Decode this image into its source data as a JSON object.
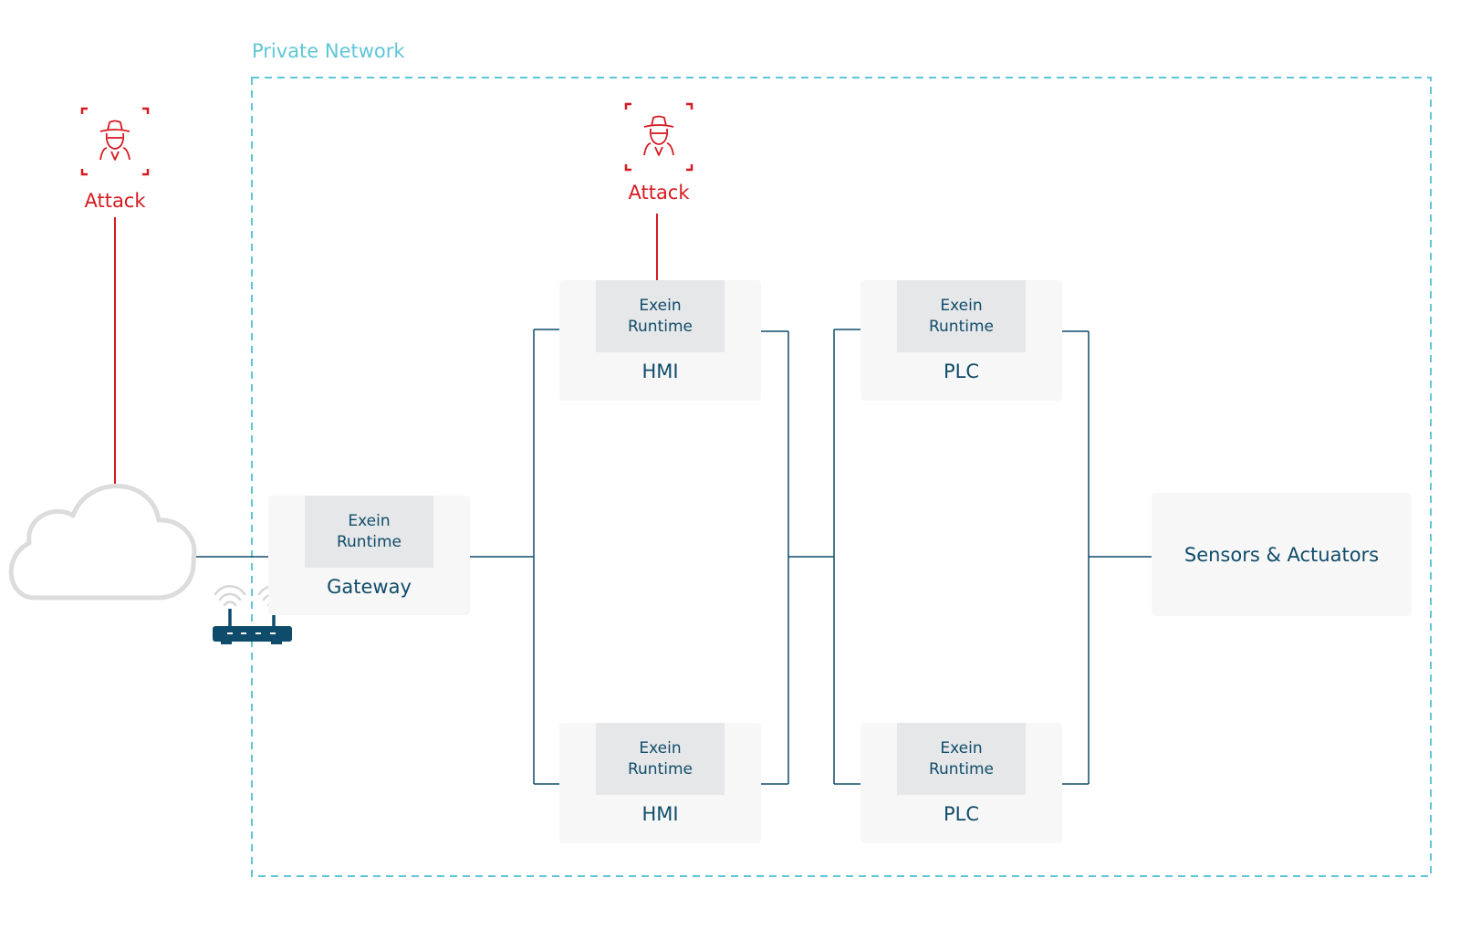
{
  "colors": {
    "accent_cyan": "#5ec6d6",
    "attack_red": "#d71920",
    "navy": "#0f4c6b",
    "node_bg": "#f7f7f7",
    "runtime_bg": "#e6e7e8",
    "cloud_stroke": "#dcdcdc"
  },
  "network": {
    "label": "Private Network"
  },
  "attacks": [
    {
      "label": "Attack",
      "icon": "hacker-icon"
    },
    {
      "label": "Attack",
      "icon": "hacker-icon"
    }
  ],
  "icons": {
    "cloud": "cloud-icon",
    "router": "router-icon"
  },
  "nodes": {
    "gateway": {
      "runtime": [
        "Exein",
        "Runtime"
      ],
      "title": "Gateway"
    },
    "hmi_top": {
      "runtime": [
        "Exein",
        "Runtime"
      ],
      "title": "HMI"
    },
    "hmi_bottom": {
      "runtime": [
        "Exein",
        "Runtime"
      ],
      "title": "HMI"
    },
    "plc_top": {
      "runtime": [
        "Exein",
        "Runtime"
      ],
      "title": "PLC"
    },
    "plc_bottom": {
      "runtime": [
        "Exein",
        "Runtime"
      ],
      "title": "PLC"
    },
    "sensors": {
      "title": "Sensors & Actuators"
    }
  }
}
